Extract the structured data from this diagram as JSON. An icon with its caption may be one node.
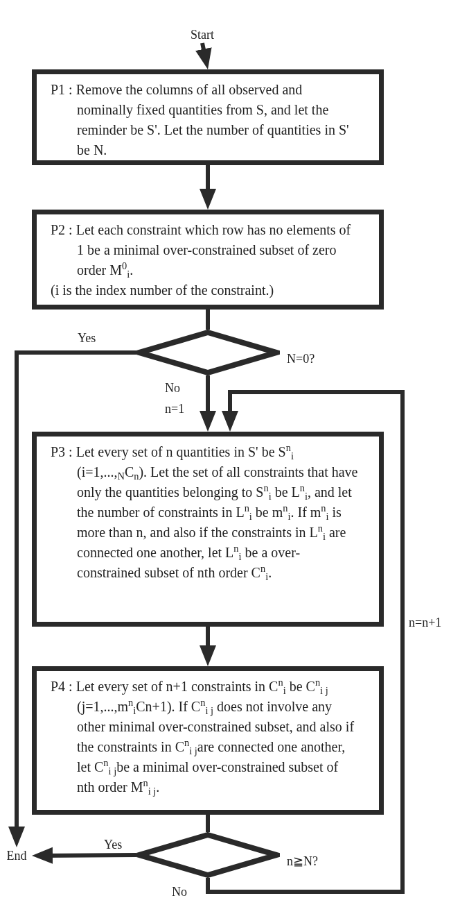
{
  "diagram": {
    "nodes": [
      {
        "text": [
          "Start"
        ]
      },
      {
        "text": [
          "P1 : Remove the columns of all observed and nominally fixed quantities from S, and let the reminder be S'. Let the number of quantities in S' be N."
        ]
      },
      {
        "text": [
          "P2 : Let each constraint which row has no elements of 1 be a minimal over-constrained subset of zero order M$^{0}$$_{i}$.",
          "(i is the index number of the constraint.)"
        ]
      },
      {
        "text": [
          "N=0?"
        ]
      },
      {
        "text": [
          "P3 : Let every set of n quantities in S' be S$^{n}$$_{i}$ (i=1,...,$_{N}$C$_{n}$). Let the set of all constraints that have only the quantities belonging to S$^{n}$$_{i}$ be L$^{n}$$_{i}$, and let the number of constraints in L$^{n}$$_{i}$ be m$^{n}$$_{i}$. If m$^{n}$$_{i}$ is more than n, and also if the constraints in L$^{n}$$_{i}$ are connected one another, let L$^{n}$$_{i}$ be a over-constrained subset of nth order C$^{n}$$_{i}$."
        ]
      },
      {
        "text": [
          "P4 : Let every set of n+1 constraints in C$^{n}$$_{i}$ be C$^{n}$$_{i j}$ (j=1,...,m$^{n}$$_{i}$Cn+1). If C$^{n}$$_{i j}$ does not involve any other minimal over-constrained subset, and also if the constraints in C$^{n}$$_{i j}$are connected one another, let C$^{n}$$_{i j}$be a minimal over-constrained subset of nth order M$^{n}$$_{i j}$."
        ]
      },
      {
        "text": [
          "n≧N?"
        ]
      },
      {
        "text": [
          "End"
        ]
      }
    ],
    "edges": [
      {
        "from": 0,
        "to": 1,
        "arrow": "to"
      },
      {
        "from": 1,
        "to": 2,
        "arrow": "to"
      },
      {
        "from": 2,
        "to": 3,
        "arrow": "none"
      },
      {
        "from": 3,
        "to": 7,
        "arrow": "to",
        "label": "Yes"
      },
      {
        "from": 3,
        "to": 4,
        "arrow": "to",
        "label": "No"
      },
      {
        "from": 4,
        "to": 5,
        "arrow": "to"
      },
      {
        "from": 5,
        "to": 6,
        "arrow": "none"
      },
      {
        "from": 6,
        "to": 7,
        "arrow": "to",
        "label": "Yes"
      },
      {
        "from": 6,
        "to": 4,
        "arrow": "to",
        "label": "No"
      }
    ],
    "labels": [
      "n=1",
      "n=n+1"
    ]
  }
}
